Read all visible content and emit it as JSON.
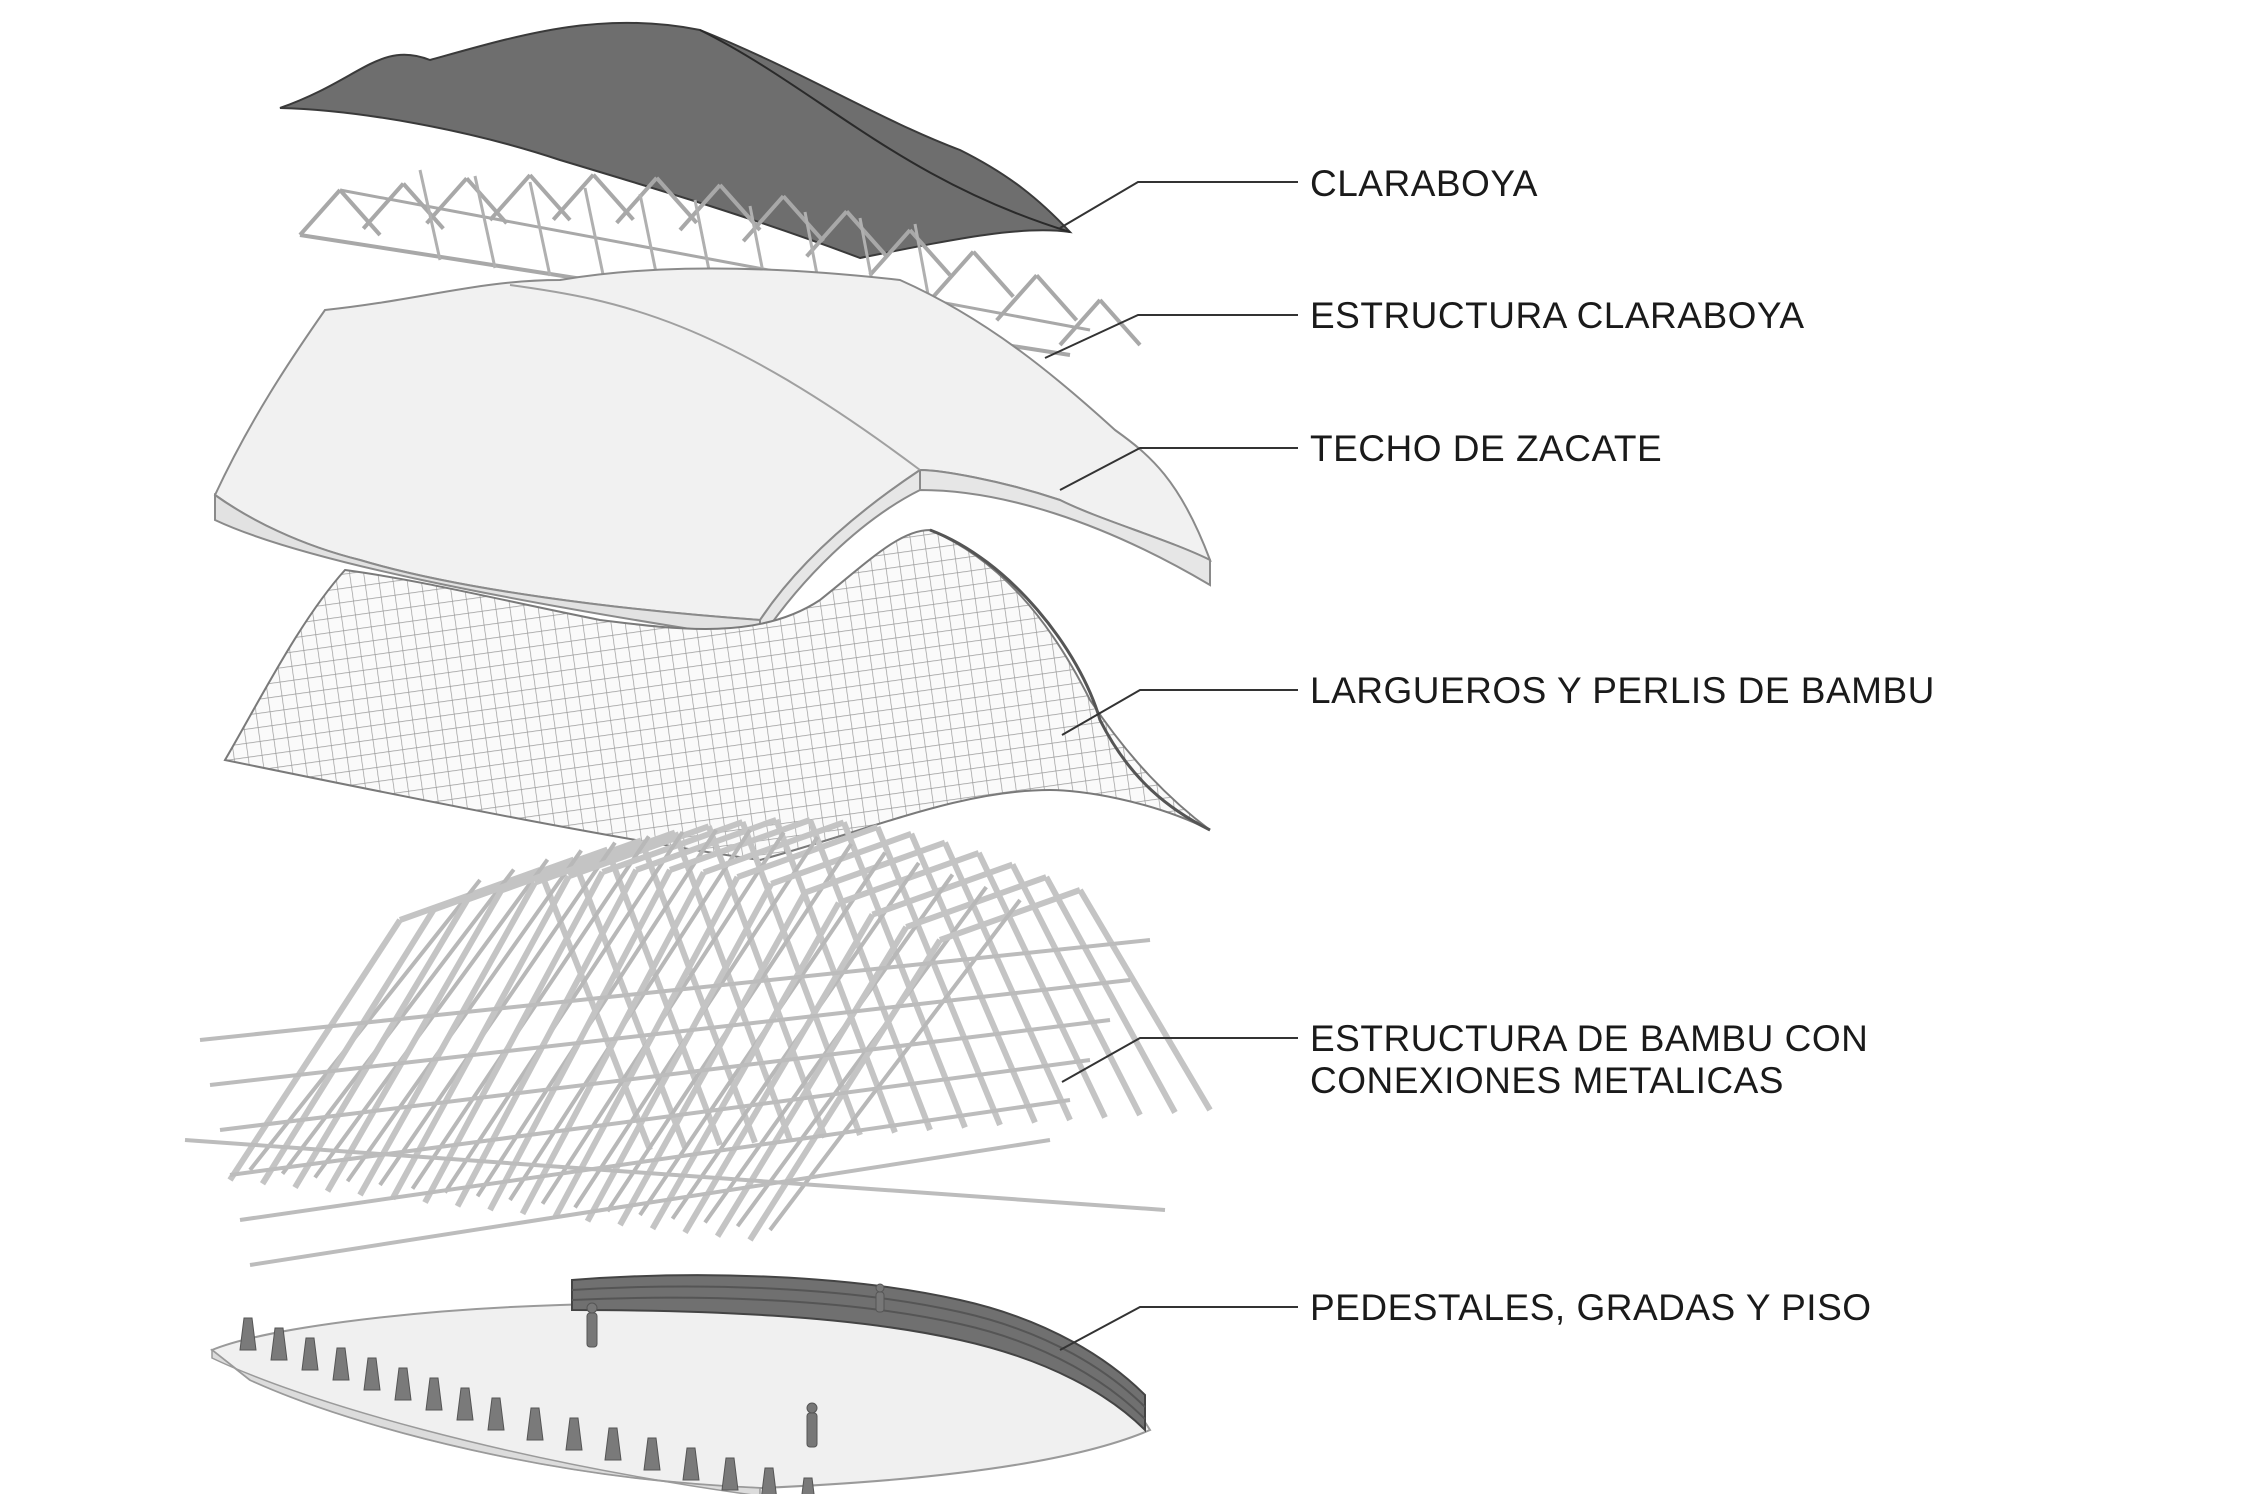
{
  "labels": {
    "claraboya": "CLARABOYA",
    "estructura_claraboya": "ESTRUCTURA CLARABOYA",
    "techo_zacate": "TECHO DE ZACATE",
    "largueros": "LARGUEROS Y PERLIS DE BAMBU",
    "estructura_bambu_line1": "ESTRUCTURA DE BAMBU CON",
    "estructura_bambu_line2": "CONEXIONES METALICAS",
    "pedestales": "PEDESTALES, GRADAS Y PISO"
  },
  "colors": {
    "skylight": "#6e6e6e",
    "roof": "#efefef",
    "frame": "#cfcfcf",
    "line": "#8a8a8a",
    "leader": "#333333",
    "text": "#1a1a1a"
  }
}
